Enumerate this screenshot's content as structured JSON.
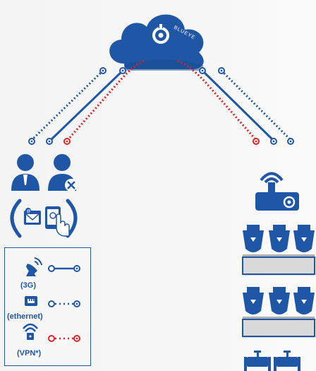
{
  "cloud": {
    "logo_text": "BLUEYE"
  },
  "legend": {
    "items": [
      {
        "label": "(3G)",
        "icon": "satellite-dish-icon",
        "line_style": "solid",
        "color": "#1f57a6"
      },
      {
        "label": "(ethernet)",
        "icon": "ethernet-port-icon",
        "line_style": "dotted",
        "color": "#1f57a6"
      },
      {
        "label": "(VPN*)",
        "icon": "wifi-lock-icon",
        "line_style": "dotted",
        "color": "#e02323"
      }
    ]
  },
  "colors": {
    "brand_blue": "#1f57a6",
    "vpn_red": "#e02323",
    "panel_gray": "#d9d9d9",
    "background": "#f4f4f4"
  },
  "icons": [
    "cloud-icon",
    "user-icon",
    "technician-icon",
    "email-icon",
    "touch-device-icon",
    "router-icon",
    "tank-icon",
    "valve-icon"
  ]
}
